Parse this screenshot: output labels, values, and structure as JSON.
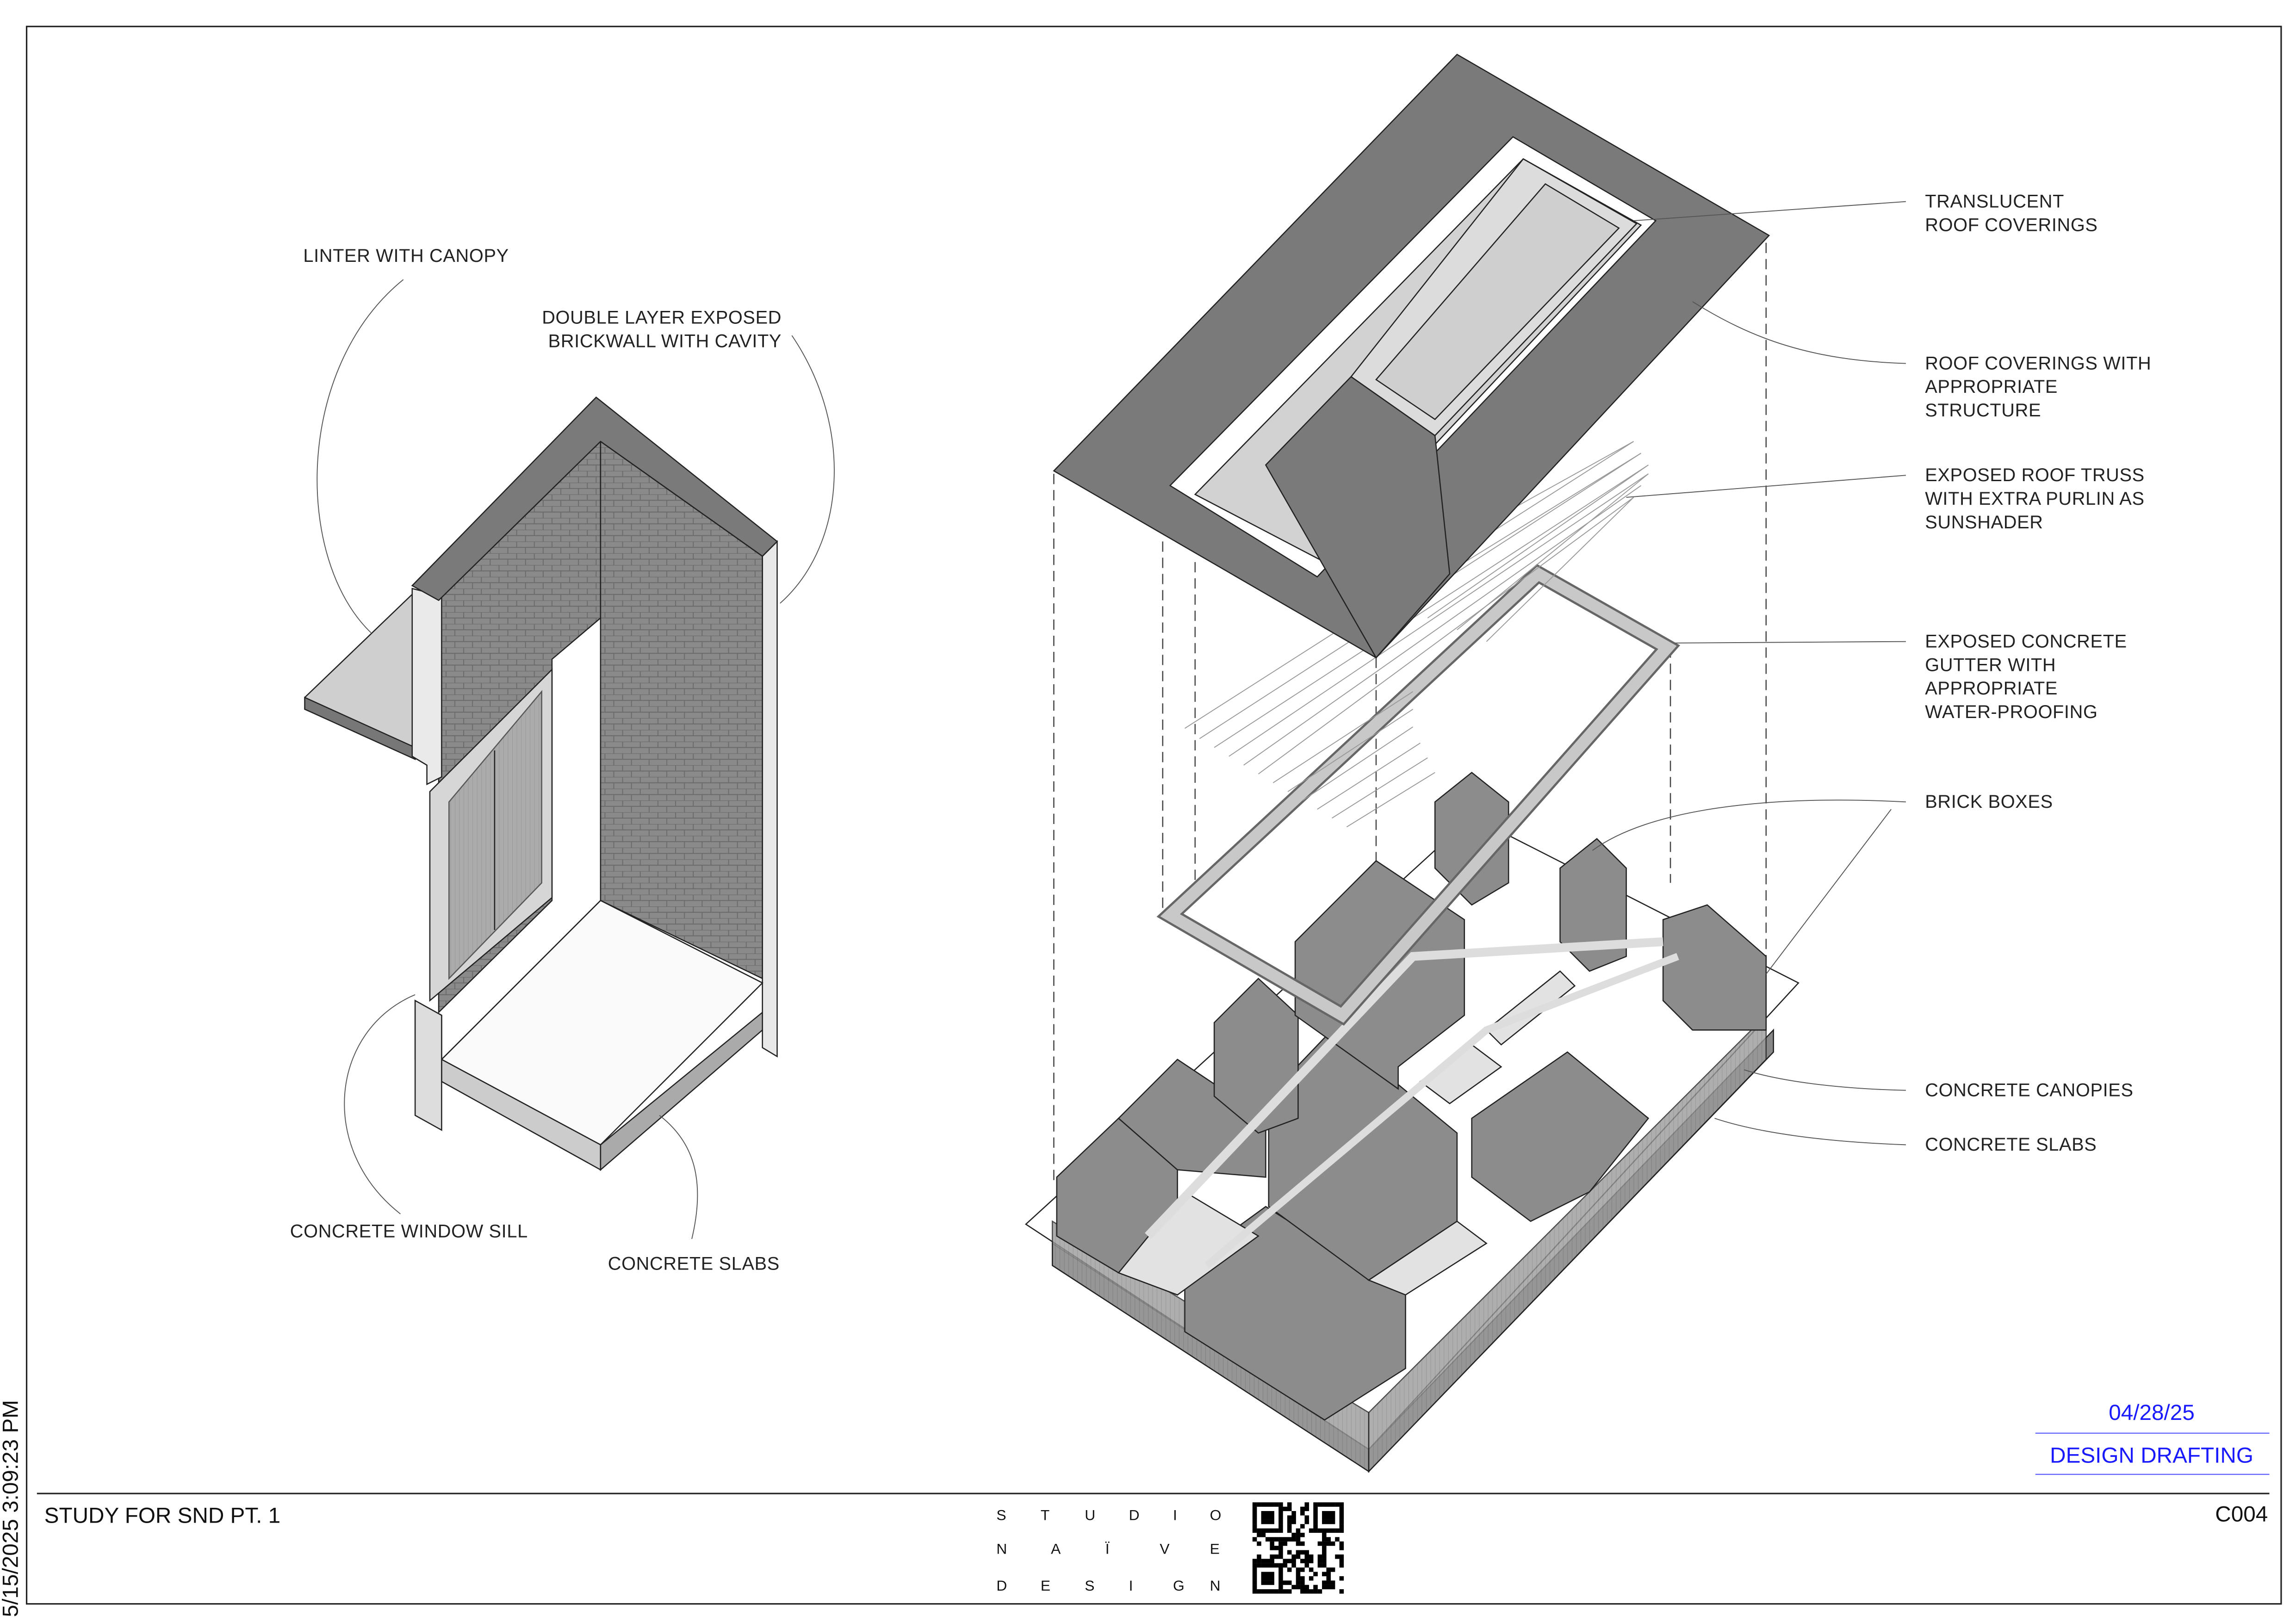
{
  "sheet": {
    "title": "STUDY FOR SND PT. 1",
    "sheet_number": "C004",
    "date": "04/28/25",
    "status": "DESIGN DRAFTING",
    "print_timestamp": "5/15/2025 3:09:23 PM",
    "studio_logo": {
      "row1": [
        "S",
        "T",
        "U",
        "D",
        "I",
        "O"
      ],
      "row2": [
        "N",
        "A",
        "Ï",
        "V",
        "E"
      ],
      "row3": [
        "D",
        "E",
        "S",
        "I",
        "G",
        "N"
      ]
    },
    "accent_color": "#1a1aff"
  },
  "wall_detail_labels": {
    "linter": "LINTER WITH CANOPY",
    "brickwall_line1": "DOUBLE LAYER EXPOSED",
    "brickwall_line2": "BRICKWALL WITH CAVITY",
    "window_sill": "CONCRETE WINDOW SILL",
    "slabs": "CONCRETE SLABS"
  },
  "exploded_axo_labels": [
    {
      "lines": [
        "TRANSLUCENT",
        "ROOF COVERINGS"
      ]
    },
    {
      "lines": [
        "ROOF COVERINGS WITH",
        "APPROPRIATE",
        "STRUCTURE"
      ]
    },
    {
      "lines": [
        "EXPOSED ROOF TRUSS",
        "WITH EXTRA PURLIN AS",
        "SUNSHADER"
      ]
    },
    {
      "lines": [
        "EXPOSED CONCRETE",
        "GUTTER WITH",
        "APPROPRIATE",
        "WATER-PROOFING"
      ]
    },
    {
      "lines": [
        "BRICK BOXES"
      ]
    },
    {
      "lines": [
        "CONCRETE CANOPIES"
      ]
    },
    {
      "lines": [
        "CONCRETE SLABS"
      ]
    }
  ]
}
